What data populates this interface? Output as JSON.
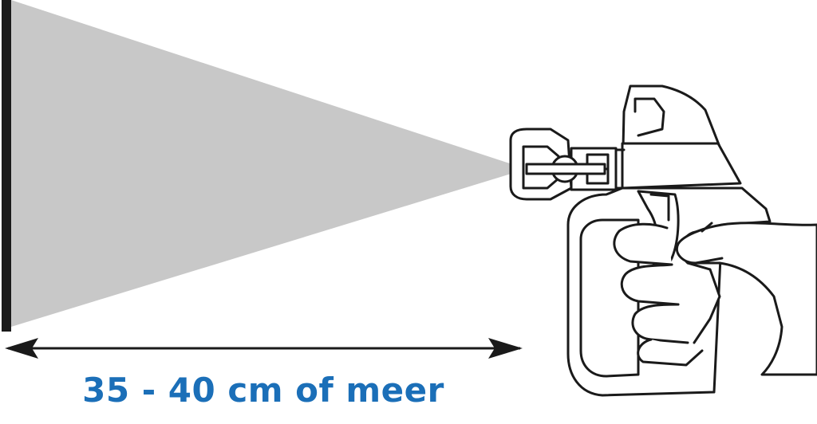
{
  "diagram": {
    "distance_label": "35 - 40 cm of meer",
    "wall_icon": "wall-surface",
    "spray_icon": "spray-fan",
    "gun_icon": "airless-spray-gun",
    "hand_icon": "hand-holding-gun",
    "arrow_icon": "double-headed-arrow"
  },
  "colors": {
    "label": "#1b6fb8",
    "spray": "#c8c8c8",
    "wall": "#1a1a1a",
    "line": "#1a1a1a",
    "background": "#ffffff"
  }
}
